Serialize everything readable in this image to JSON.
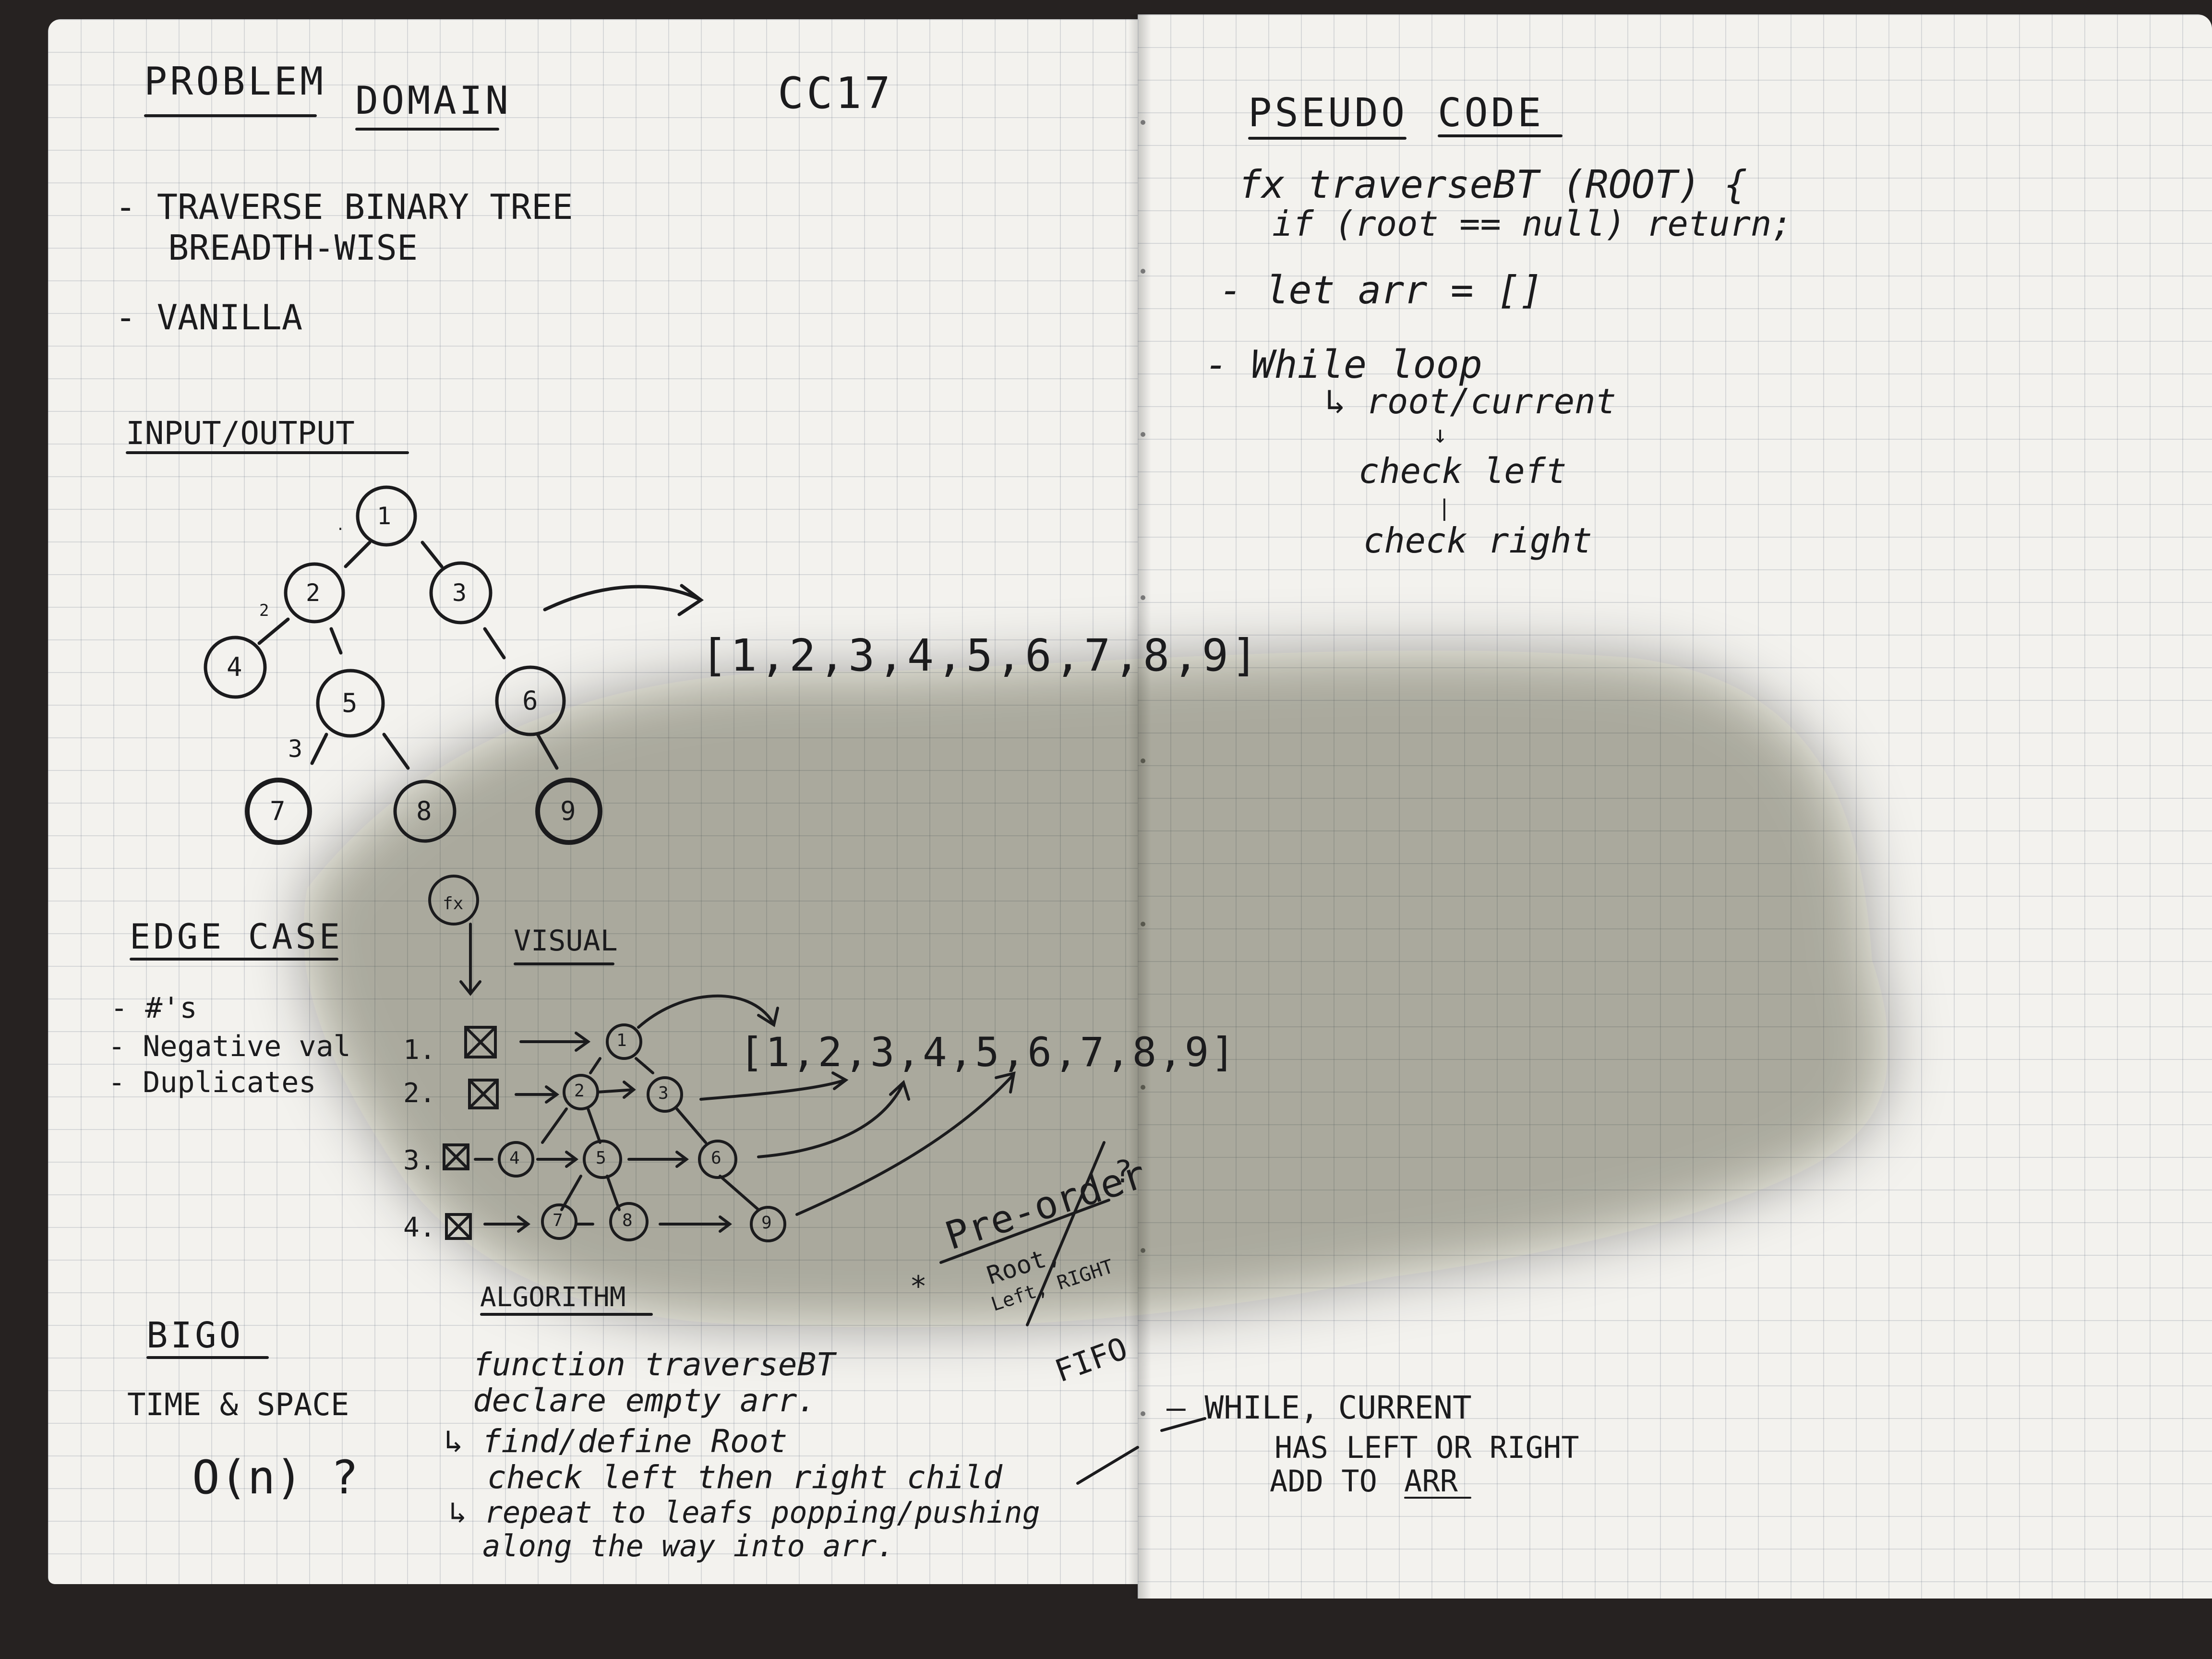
{
  "left_page": {
    "title_problem": "PROBLEM",
    "title_domain": "DOMAIN",
    "code": "CC17",
    "bullet_1_line_1": "- TRAVERSE BINARY TREE",
    "bullet_1_line_2": "BREADTH-WISE",
    "bullet_2": "- VANILLA",
    "io_heading": "INPUT/OUTPUT",
    "tree_nodes": [
      "1",
      "2",
      "3",
      "4",
      "5",
      "6",
      "7",
      "8",
      "9"
    ],
    "edge_marks": [
      ".",
      "2",
      "3"
    ],
    "output_array": "[1,2,3,4,5,6,7,8,9]",
    "edge_case_heading": "EDGE CASE",
    "edge_cases": [
      "- #'s",
      "- Negative val",
      "- Duplicates"
    ],
    "fx_bubble": "fx",
    "visual_heading": "VISUAL",
    "visual_row_labels": [
      "1.",
      "2.",
      "3.",
      "4."
    ],
    "visual_nodes": [
      "1",
      "2",
      "3",
      "4",
      "5",
      "6",
      "7",
      "8",
      "9"
    ],
    "visual_array": "[1,2,3,4,5,6,7,8,9]",
    "question_mark": "?",
    "preorder_label": "Pre-order",
    "preorder_detail_1": "Root,",
    "preorder_detail_2": "Left, RIGHT",
    "star": "*",
    "fifo": "FIFO",
    "bigo_heading": "BIGO",
    "time_space": "TIME & SPACE",
    "complexity": "O(n) ?",
    "algorithm_heading": "ALGORITHM",
    "algorithm_lines": [
      "function traverseBT",
      "declare empty arr.",
      "↳ find/define Root",
      "check left then right child",
      "↳ repeat to leafs popping/pushing",
      "along the way into arr."
    ]
  },
  "right_page": {
    "pseudo_heading_1": "PSEUDO",
    "pseudo_heading_2": "CODE",
    "pseudo_lines": [
      "fx traverseBT (ROOT) {",
      "if (root == null) return;",
      "- let arr = []",
      "- While loop",
      "↳ root/current",
      "↓",
      "check left",
      "|",
      "check right"
    ],
    "while_lines": [
      "— WHILE, CURRENT",
      "HAS LEFT OR RIGHT",
      "ADD TO",
      "ARR"
    ]
  },
  "colors": {
    "paper": "#f3f2ee",
    "ink": "#1b1b1d",
    "background": "#262221"
  }
}
